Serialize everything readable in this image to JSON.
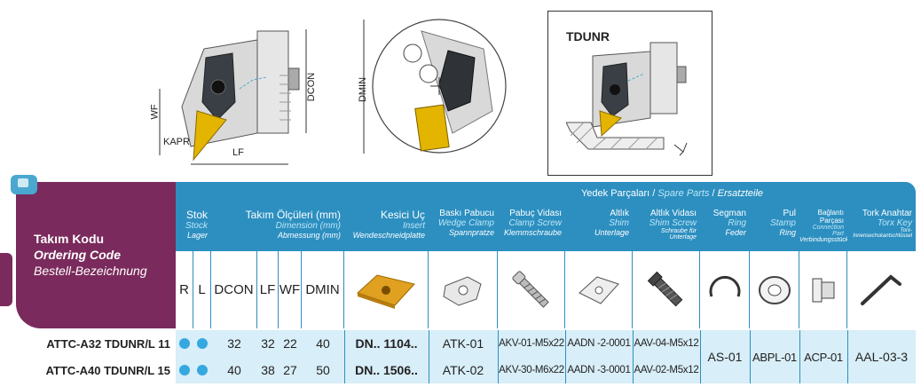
{
  "drawings": {
    "labels": {
      "wf": "WF",
      "kapr": "KAPR",
      "lf": "LF",
      "dcon": "DCON",
      "dmin": "DMIN"
    },
    "variant_title": "TDUNR"
  },
  "table": {
    "ordering": {
      "tr": "Takım Kodu",
      "en": "Ordering Code",
      "de": "Bestell-Bezeichnung"
    },
    "stock": {
      "tr": "Stok",
      "en": "Stock",
      "de": "Lager",
      "cols": [
        "R",
        "L"
      ]
    },
    "dims": {
      "tr": "Takım Ölçüleri (mm)",
      "en": "Dimension (mm)",
      "de": "Abmessung (mm)",
      "cols": [
        "DCON",
        "LF",
        "WF",
        "DMIN"
      ]
    },
    "insert": {
      "tr": "Kesici Uç",
      "en": "Insert",
      "de": "Wendeschneidplatte"
    },
    "spare_band": {
      "tr": "Yedek Parçaları",
      "en": "Spare Parts",
      "de": "Ersatzteile"
    },
    "spare_cols": [
      {
        "tr": "Baskı Pabucu",
        "en": "Wedge Clamp",
        "de": "Spannpratze"
      },
      {
        "tr": "Pabuç Vidası",
        "en": "Clamp Screw",
        "de": "Klemmschraube"
      },
      {
        "tr": "Altlık",
        "en": "Shim",
        "de": "Unterlage"
      },
      {
        "tr": "Altlık Vidası",
        "en": "Shim Screw",
        "de": "Schraube für Unterlage"
      },
      {
        "tr": "Segman",
        "en": "Ring",
        "de": "Feder"
      },
      {
        "tr": "Pul",
        "en": "Stamp",
        "de": "Ring"
      },
      {
        "tr": "Bağlantı Parçası",
        "en": "Connection Part",
        "de": "Verbindungsstück"
      },
      {
        "tr": "Tork Anahtar",
        "en": "Torx Key",
        "de": "Torx-Innensechskantschlüssel"
      }
    ],
    "rows": [
      {
        "code": "ATTC-A32 TDUNR/L 11",
        "dcon": "32",
        "lf": "32",
        "wf": "22",
        "dmin": "40",
        "insert": "DN.. 1104..",
        "wedge": "ATK-01",
        "clamp_screw": "AKV-01-M5x22",
        "shim": "AADN -2-0001",
        "shim_screw": "AAV-04-M5x12"
      },
      {
        "code": "ATTC-A40 TDUNR/L 15",
        "dcon": "40",
        "lf": "38",
        "wf": "27",
        "dmin": "50",
        "insert": "DN.. 1506..",
        "wedge": "ATK-02",
        "clamp_screw": "AKV-30-M6x22",
        "shim": "AADN -3-0001",
        "shim_screw": "AAV-02-M5x12"
      }
    ],
    "shared": {
      "ring": "AS-01",
      "stamp": "ABPL-01",
      "connection": "ACP-01",
      "key": "AAL-03-3"
    }
  }
}
